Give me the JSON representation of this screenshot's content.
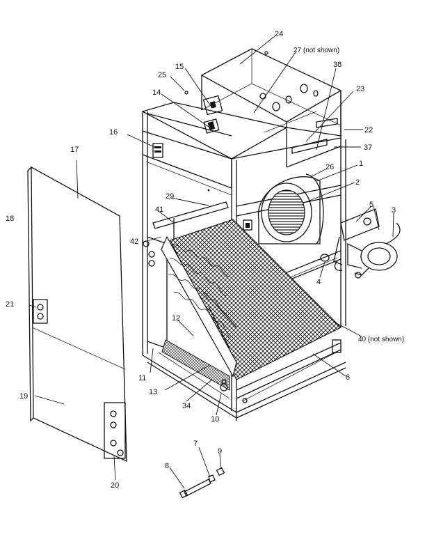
{
  "callouts": {
    "c1": "1",
    "c2": "2",
    "c3": "3",
    "c4": "4",
    "c5": "5",
    "c6": "6",
    "c7": "7",
    "c8": "8",
    "c9": "9",
    "c10": "10",
    "c11": "11",
    "c12": "12",
    "c13": "13",
    "c14": "14",
    "c15": "15",
    "c16": "16",
    "c17": "17",
    "c18": "18",
    "c19": "19",
    "c20": "20",
    "c21": "21",
    "c22": "22",
    "c23": "23",
    "c24": "24",
    "c25": "25",
    "c26": "26",
    "c27": "27 (not shown)",
    "c29": "29",
    "c34": "34",
    "c37": "37",
    "c38": "38",
    "c40": "40 (not shown)",
    "c41": "41",
    "c42": "42"
  }
}
